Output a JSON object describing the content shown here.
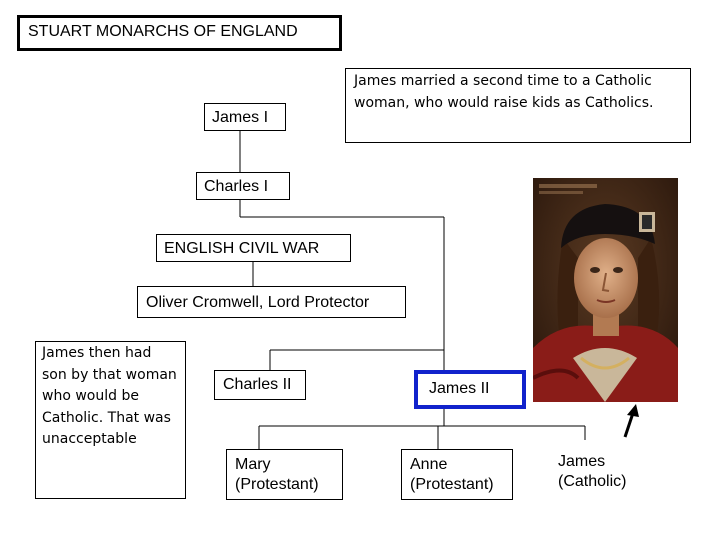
{
  "title": "STUART MONARCHS OF ENGLAND",
  "note_top": "James married a second time to a Catholic woman, who would raise kids as Catholics.",
  "note_left": "James then had son by that woman who would be Catholic. That was unacceptable",
  "people": {
    "james1": "James I",
    "charles1": "Charles I",
    "civil_war": "ENGLISH CIVIL WAR",
    "cromwell": "Oliver Cromwell, Lord Protector",
    "charles2": "Charles II",
    "james2": "James II",
    "mary": "Mary (Protestant)",
    "anne": "Anne (Protestant)",
    "james_catholic": "James (Catholic)"
  },
  "colors": {
    "highlight_border": "#1122cc",
    "line": "#000000"
  }
}
